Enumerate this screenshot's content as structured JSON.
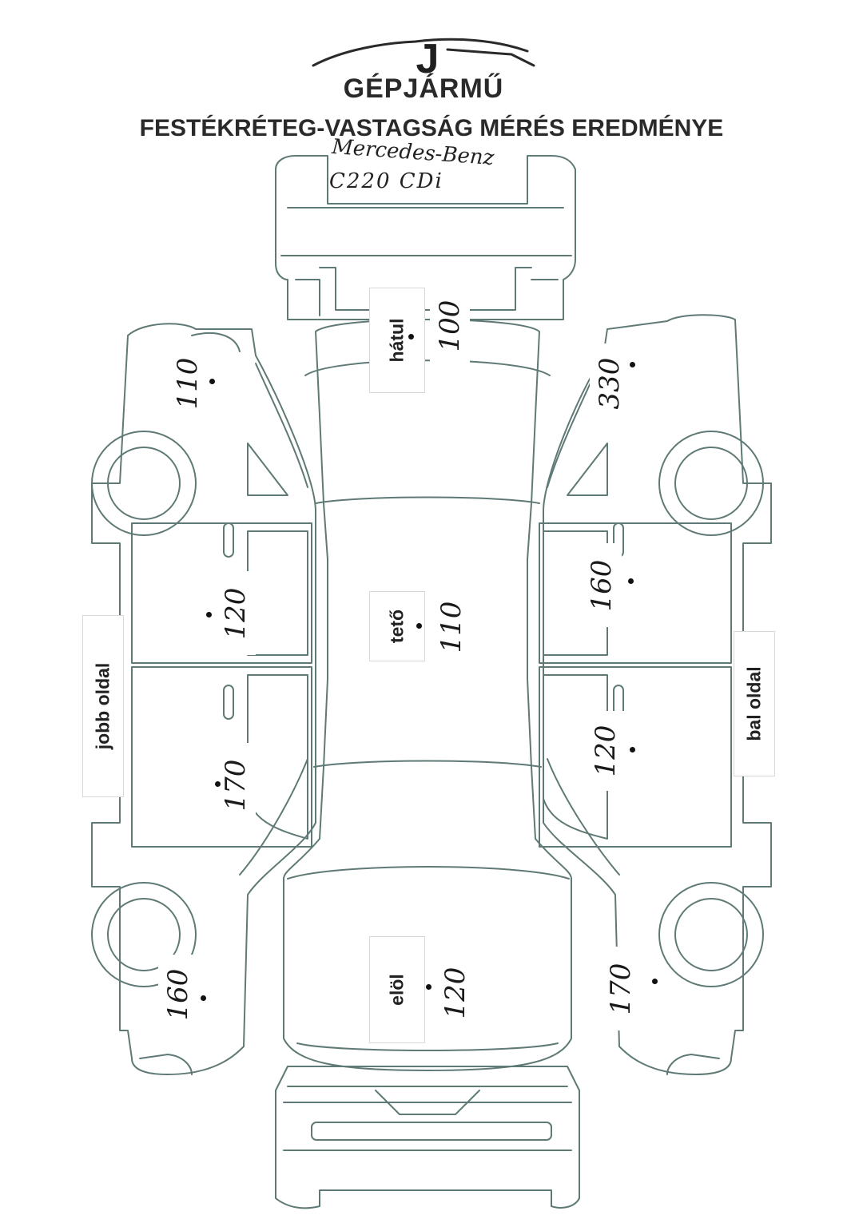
{
  "header": {
    "logo_letter": "J",
    "brand": "GÉPJÁRMŰ",
    "title": "FESTÉKRÉTEG-VASTAGSÁG MÉRÉS EREDMÉNYE"
  },
  "vehicle": {
    "make": "Mercedes-Benz",
    "model": "C220 CDi"
  },
  "sections": {
    "rear": "hátul",
    "roof": "tető",
    "front": "elöl",
    "right_side": "jobb oldal",
    "left_side": "bal oldal"
  },
  "readings": {
    "rear": "100",
    "roof": "110",
    "front": "120",
    "right_rear_fender": "110",
    "right_rear_door": "120",
    "right_front_door": "170",
    "right_front_fender": "160",
    "left_rear_fender": "330",
    "left_rear_door": "160",
    "left_front_door": "120",
    "left_front_fender": "170"
  },
  "colors": {
    "outline": "#5f7a76",
    "ink": "#1a1a1a"
  }
}
